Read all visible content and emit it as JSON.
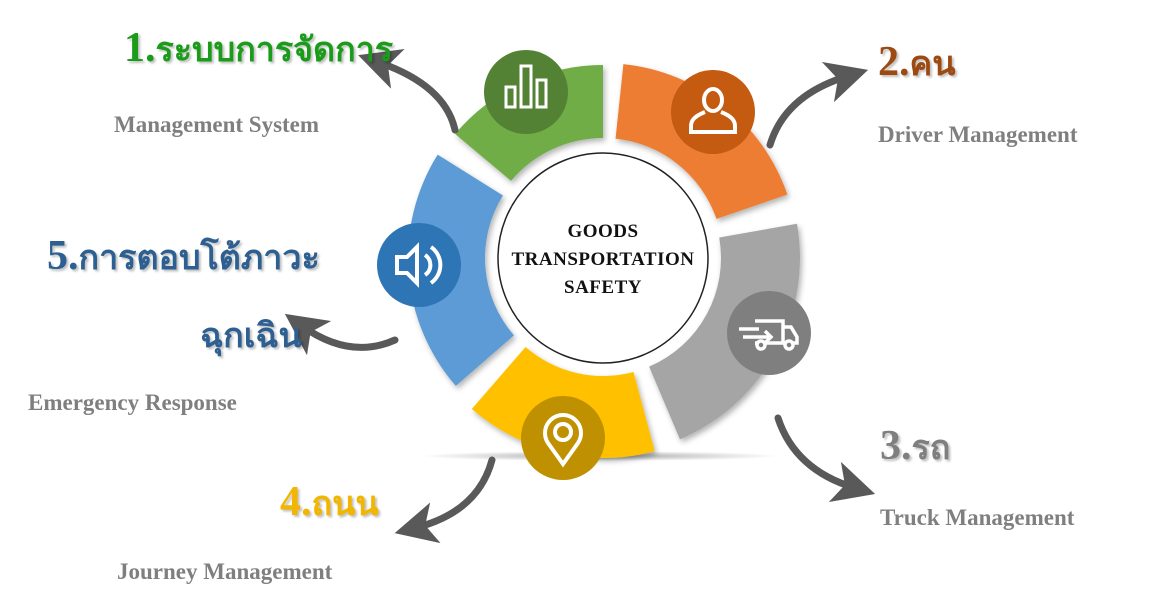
{
  "center": {
    "lines": [
      "GOODS",
      "TRANSPORTATION",
      "SAFETY"
    ]
  },
  "segments": [
    {
      "id": "management",
      "num": "1.",
      "thai": "ระบบการจัดการ",
      "english": "Management System",
      "icon": "bar-chart-icon",
      "color": "#70AD47",
      "icon_bg": "#548235",
      "label_color": "#1a9c1a"
    },
    {
      "id": "driver",
      "num": "2.",
      "thai": "คน",
      "english": "Driver Management",
      "icon": "person-icon",
      "color": "#ED7D31",
      "icon_bg": "#C55A11",
      "label_color": "#9c4a12"
    },
    {
      "id": "truck",
      "num": "3.",
      "thai": "รถ",
      "english": "Truck Management",
      "icon": "truck-icon",
      "color": "#A5A5A5",
      "icon_bg": "#7F7F7F",
      "label_color": "#7f7f7f"
    },
    {
      "id": "journey",
      "num": "4.",
      "thai": "ถนน",
      "english": "Journey Management",
      "icon": "map-pin-icon",
      "color": "#FFC000",
      "icon_bg": "#BF9000",
      "label_color": "#f2b600"
    },
    {
      "id": "emergency",
      "num": "5.",
      "thai": "การตอบโต้ภาวะ",
      "thai2": "ฉุกเฉิน",
      "english": "Emergency Response",
      "icon": "speaker-icon",
      "color": "#5B9BD5",
      "icon_bg": "#2E75B6",
      "label_color": "#2d5f91"
    }
  ],
  "arrow_color": "#595959"
}
